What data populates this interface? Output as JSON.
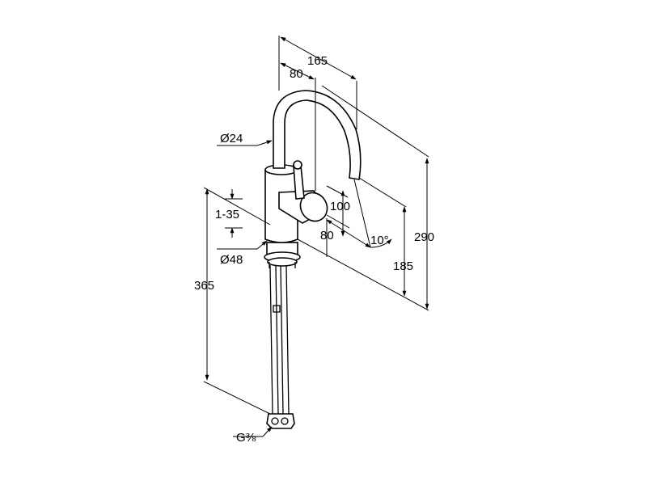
{
  "dimensions": {
    "width_top": "165",
    "spout_reach": "80",
    "spout_diameter": "Ø24",
    "deck_thickness": "1-35",
    "lever_clearance": "100",
    "lever_drop": "80",
    "spout_angle": "10°",
    "total_height": "290",
    "outlet_height": "185",
    "base_diameter": "Ø48",
    "hose_length": "365",
    "connection_thread": "G⅜"
  }
}
